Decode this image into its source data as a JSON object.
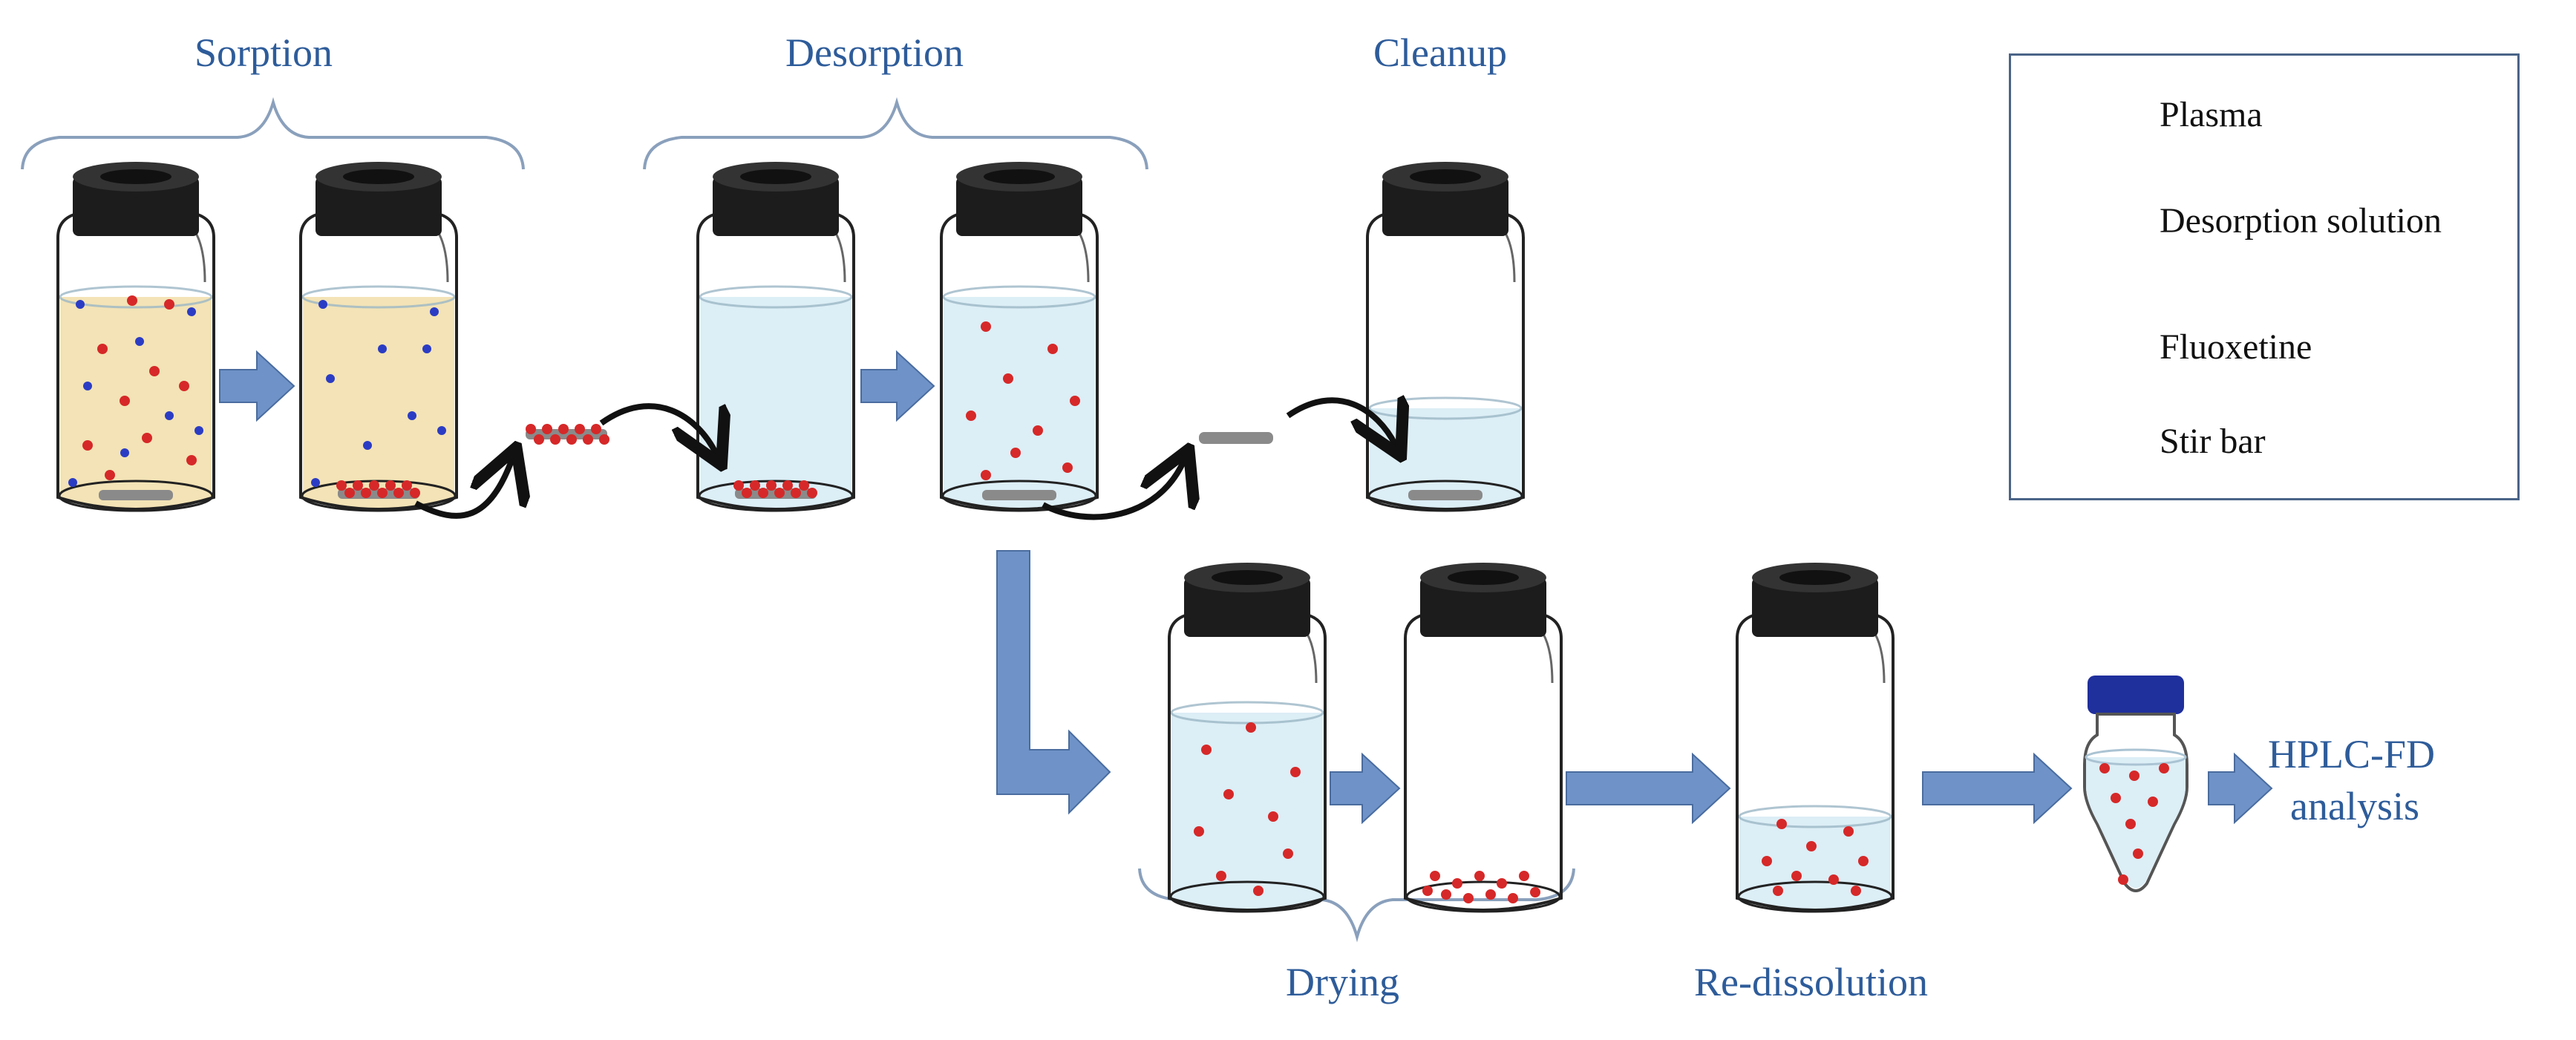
{
  "stages": {
    "sorption": "Sorption",
    "desorption": "Desorption",
    "cleanup": "Cleanup",
    "drying": "Drying",
    "redissolution": "Re-dissolution",
    "hplc_line1": "HPLC-FD",
    "hplc_line2": "analysis"
  },
  "legend": {
    "plasma": "Plasma",
    "desorption_solution": "Desorption solution",
    "fluoxetine": "Fluoxetine",
    "stir_bar": "Stir bar"
  },
  "colors": {
    "plasma_fill": "#f3e3b6",
    "solution_fill": "#dceef6",
    "fluoxetine": "#d62828",
    "matrix_dot": "#2b3cc4",
    "stir_bar": "#8a8a8a",
    "cap": "#1c1c1c",
    "hplc_cap": "#1f2f9c",
    "arrow": "#6f93c8",
    "label_text": "#2e5c9a"
  }
}
